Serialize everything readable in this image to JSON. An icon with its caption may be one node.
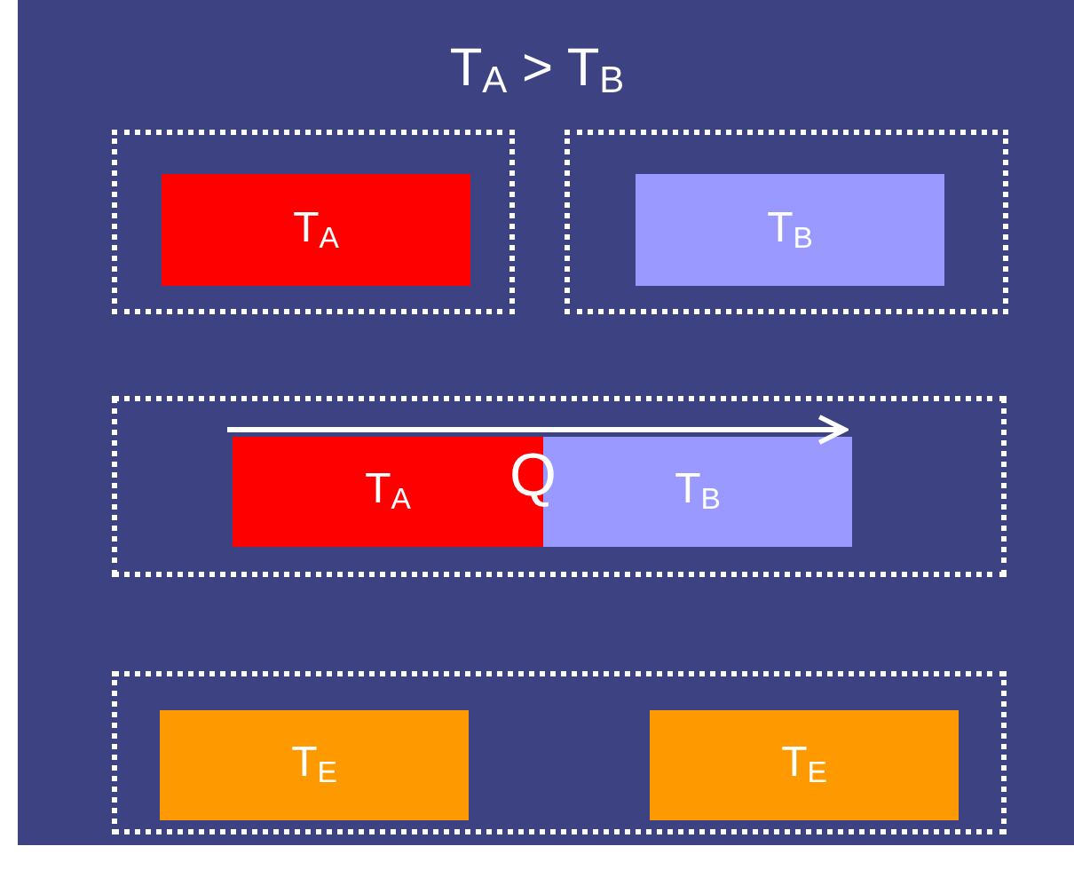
{
  "diagram": {
    "title": "T$_{A}$ > T$_{B}$",
    "nodes": [
      {
        "text": [],
        "shape": "box"
      },
      {
        "text": [
          "T$_{A}$"
        ],
        "in": 0
      },
      {
        "text": [],
        "shape": "box"
      },
      {
        "text": [
          "T$_{B}$"
        ],
        "in": 2
      },
      {
        "text": [],
        "shape": "box"
      },
      {
        "text": [
          "T$_{A}$"
        ],
        "in": 4
      },
      {
        "text": [
          "T$_{B}$"
        ],
        "in": 4
      },
      {
        "text": [],
        "shape": "box"
      },
      {
        "text": [
          "T$_{E}$"
        ],
        "in": 7
      },
      {
        "text": [
          "T$_{E}$"
        ],
        "in": 7
      }
    ],
    "edges": [
      {
        "from": 5,
        "to": 6,
        "arrow": "to",
        "label": "Q"
      }
    ]
  }
}
